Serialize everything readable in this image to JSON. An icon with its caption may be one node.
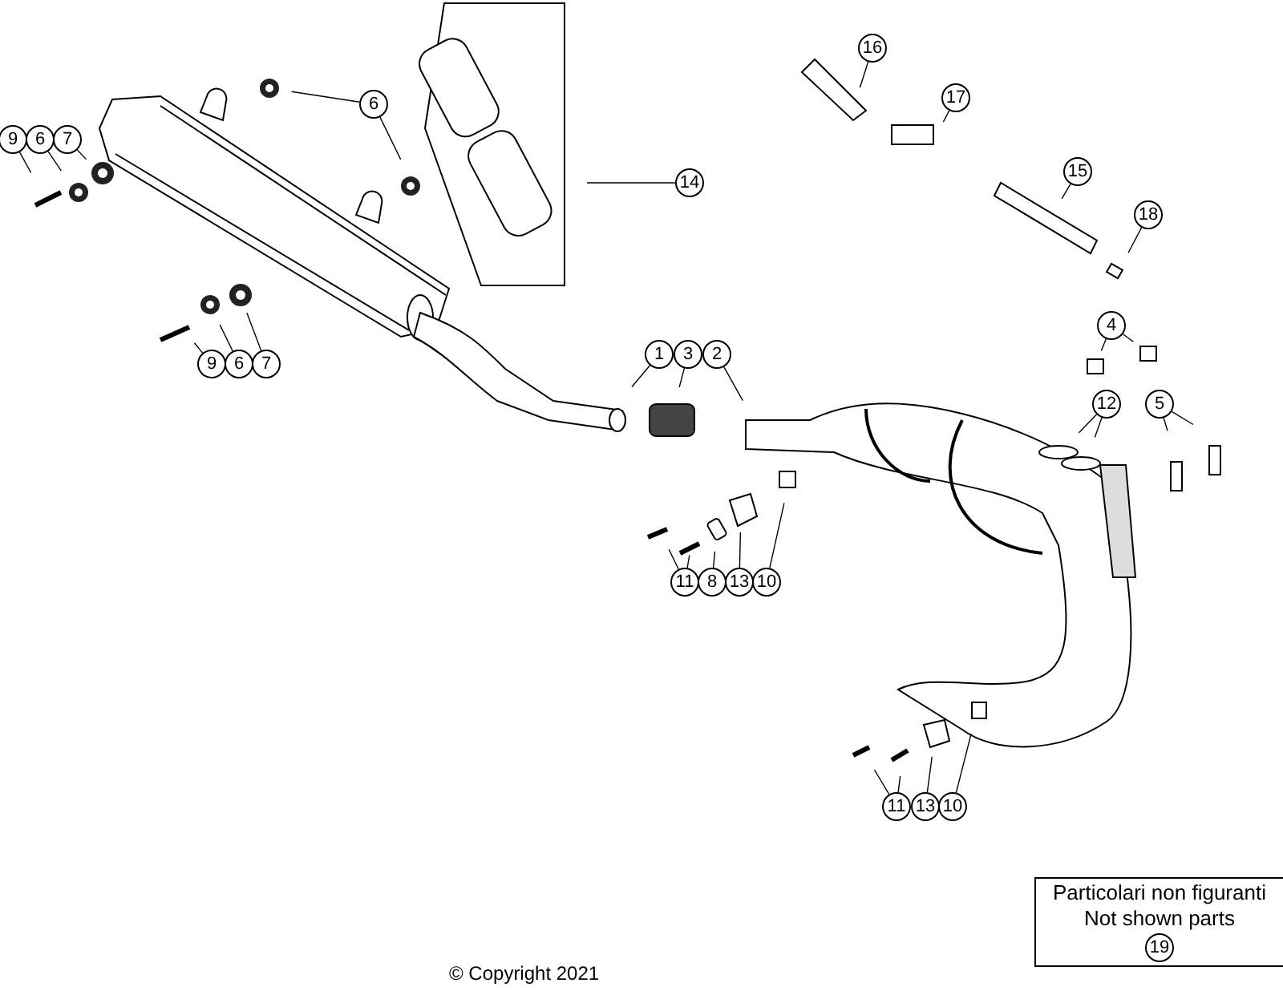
{
  "diagram": {
    "nodes": [
      {
        "text": [
          "16"
        ]
      },
      {
        "text": [
          "6"
        ]
      },
      {
        "text": [
          "17"
        ]
      },
      {
        "text": [
          "9"
        ]
      },
      {
        "text": [
          "6"
        ]
      },
      {
        "text": [
          "7"
        ]
      },
      {
        "text": [
          "15"
        ]
      },
      {
        "text": [
          "14"
        ]
      },
      {
        "text": [
          "18"
        ]
      },
      {
        "text": [
          "4"
        ]
      },
      {
        "text": [
          "1"
        ]
      },
      {
        "text": [
          "3"
        ]
      },
      {
        "text": [
          "2"
        ]
      },
      {
        "text": [
          "9"
        ]
      },
      {
        "text": [
          "6"
        ]
      },
      {
        "text": [
          "7"
        ]
      },
      {
        "text": [
          "12"
        ]
      },
      {
        "text": [
          "5"
        ]
      },
      {
        "text": [
          "11"
        ]
      },
      {
        "text": [
          "8"
        ]
      },
      {
        "text": [
          "13"
        ]
      },
      {
        "text": [
          "10"
        ]
      },
      {
        "text": [
          "11"
        ]
      },
      {
        "text": [
          "13"
        ]
      },
      {
        "text": [
          "10"
        ]
      },
      {
        "text": [
          "Particolari non figuranti",
          "Not shown parts"
        ]
      },
      {
        "text": [
          "19"
        ],
        "in": 25
      }
    ],
    "edges": [
      {
        "from": 0,
        "to": null,
        "arrow": "none"
      },
      {
        "from": 1,
        "to": null,
        "arrow": "none"
      },
      {
        "from": 1,
        "to": null,
        "arrow": "none"
      },
      {
        "from": 2,
        "to": null,
        "arrow": "none"
      },
      {
        "from": 3,
        "to": null,
        "arrow": "none"
      },
      {
        "from": 4,
        "to": null,
        "arrow": "none"
      },
      {
        "from": 5,
        "to": null,
        "arrow": "none"
      },
      {
        "from": 6,
        "to": null,
        "arrow": "none"
      },
      {
        "from": 7,
        "to": null,
        "arrow": "none"
      },
      {
        "from": 8,
        "to": null,
        "arrow": "none"
      },
      {
        "from": 9,
        "to": null,
        "arrow": "none"
      },
      {
        "from": 9,
        "to": null,
        "arrow": "none"
      },
      {
        "from": 10,
        "to": null,
        "arrow": "none"
      },
      {
        "from": 11,
        "to": null,
        "arrow": "none"
      },
      {
        "from": 12,
        "to": null,
        "arrow": "none"
      },
      {
        "from": 13,
        "to": null,
        "arrow": "none"
      },
      {
        "from": 14,
        "to": null,
        "arrow": "none"
      },
      {
        "from": 15,
        "to": null,
        "arrow": "none"
      },
      {
        "from": 16,
        "to": null,
        "arrow": "none"
      },
      {
        "from": 16,
        "to": null,
        "arrow": "none"
      },
      {
        "from": 17,
        "to": null,
        "arrow": "none"
      },
      {
        "from": 17,
        "to": null,
        "arrow": "none"
      },
      {
        "from": 18,
        "to": null,
        "arrow": "none"
      },
      {
        "from": 18,
        "to": null,
        "arrow": "none"
      },
      {
        "from": 19,
        "to": null,
        "arrow": "none"
      },
      {
        "from": 20,
        "to": null,
        "arrow": "none"
      },
      {
        "from": 21,
        "to": null,
        "arrow": "none"
      },
      {
        "from": 22,
        "to": null,
        "arrow": "none"
      },
      {
        "from": 22,
        "to": null,
        "arrow": "none"
      },
      {
        "from": 23,
        "to": null,
        "arrow": "none"
      },
      {
        "from": 24,
        "to": null,
        "arrow": "none"
      }
    ],
    "labels": [
      "© Copyright 2021"
    ]
  }
}
